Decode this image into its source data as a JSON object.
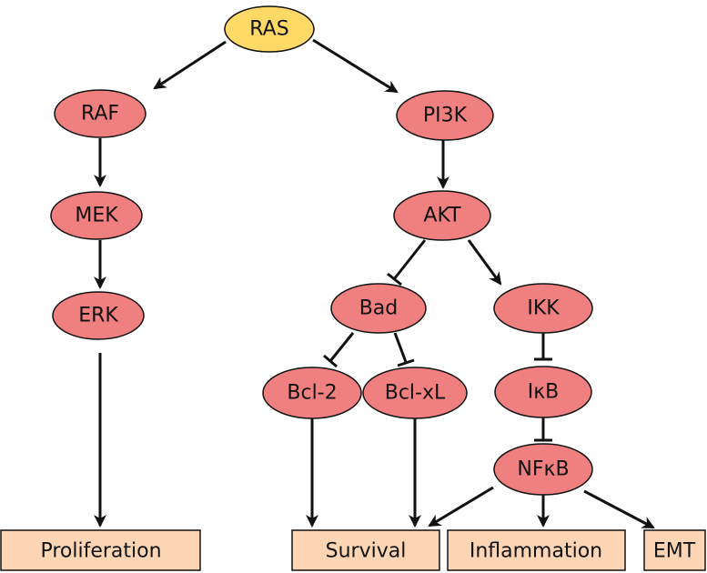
{
  "diagram": {
    "nodes": {
      "ras": {
        "label": "RAS",
        "color": "#ffd966"
      },
      "raf": {
        "label": "RAF",
        "color": "#f08080"
      },
      "mek": {
        "label": "MEK",
        "color": "#f08080"
      },
      "erk": {
        "label": "ERK",
        "color": "#f08080"
      },
      "pi3k": {
        "label": "PI3K",
        "color": "#f08080"
      },
      "akt": {
        "label": "AKT",
        "color": "#f08080"
      },
      "bad": {
        "label": "Bad",
        "color": "#f08080"
      },
      "ikk": {
        "label": "IKK",
        "color": "#f08080"
      },
      "bcl2": {
        "label": "Bcl-2",
        "color": "#f08080"
      },
      "bclxl": {
        "label": "Bcl-xL",
        "color": "#f08080"
      },
      "ikb": {
        "label": "IκB",
        "color": "#f08080"
      },
      "nfkb": {
        "label": "NFκB",
        "color": "#f08080"
      }
    },
    "outcomes": {
      "proliferation": {
        "label": "Proliferation",
        "color": "#fcd5b4"
      },
      "survival": {
        "label": "Survival",
        "color": "#fcd5b4"
      },
      "inflammation": {
        "label": "Inflammation",
        "color": "#fcd5b4"
      },
      "emt": {
        "label": "EMT",
        "color": "#fcd5b4"
      }
    },
    "edges": [
      {
        "from": "ras",
        "to": "raf",
        "type": "activation"
      },
      {
        "from": "ras",
        "to": "pi3k",
        "type": "activation"
      },
      {
        "from": "raf",
        "to": "mek",
        "type": "activation"
      },
      {
        "from": "mek",
        "to": "erk",
        "type": "activation"
      },
      {
        "from": "erk",
        "to": "proliferation",
        "type": "activation"
      },
      {
        "from": "pi3k",
        "to": "akt",
        "type": "activation"
      },
      {
        "from": "akt",
        "to": "bad",
        "type": "inhibition"
      },
      {
        "from": "akt",
        "to": "ikk",
        "type": "activation"
      },
      {
        "from": "bad",
        "to": "bcl2",
        "type": "inhibition"
      },
      {
        "from": "bad",
        "to": "bclxl",
        "type": "inhibition"
      },
      {
        "from": "bcl2",
        "to": "survival",
        "type": "activation"
      },
      {
        "from": "bclxl",
        "to": "survival",
        "type": "activation"
      },
      {
        "from": "ikk",
        "to": "ikb",
        "type": "inhibition"
      },
      {
        "from": "ikb",
        "to": "nfkb",
        "type": "inhibition"
      },
      {
        "from": "nfkb",
        "to": "survival",
        "type": "activation"
      },
      {
        "from": "nfkb",
        "to": "inflammation",
        "type": "activation"
      },
      {
        "from": "nfkb",
        "to": "emt",
        "type": "activation"
      }
    ]
  }
}
